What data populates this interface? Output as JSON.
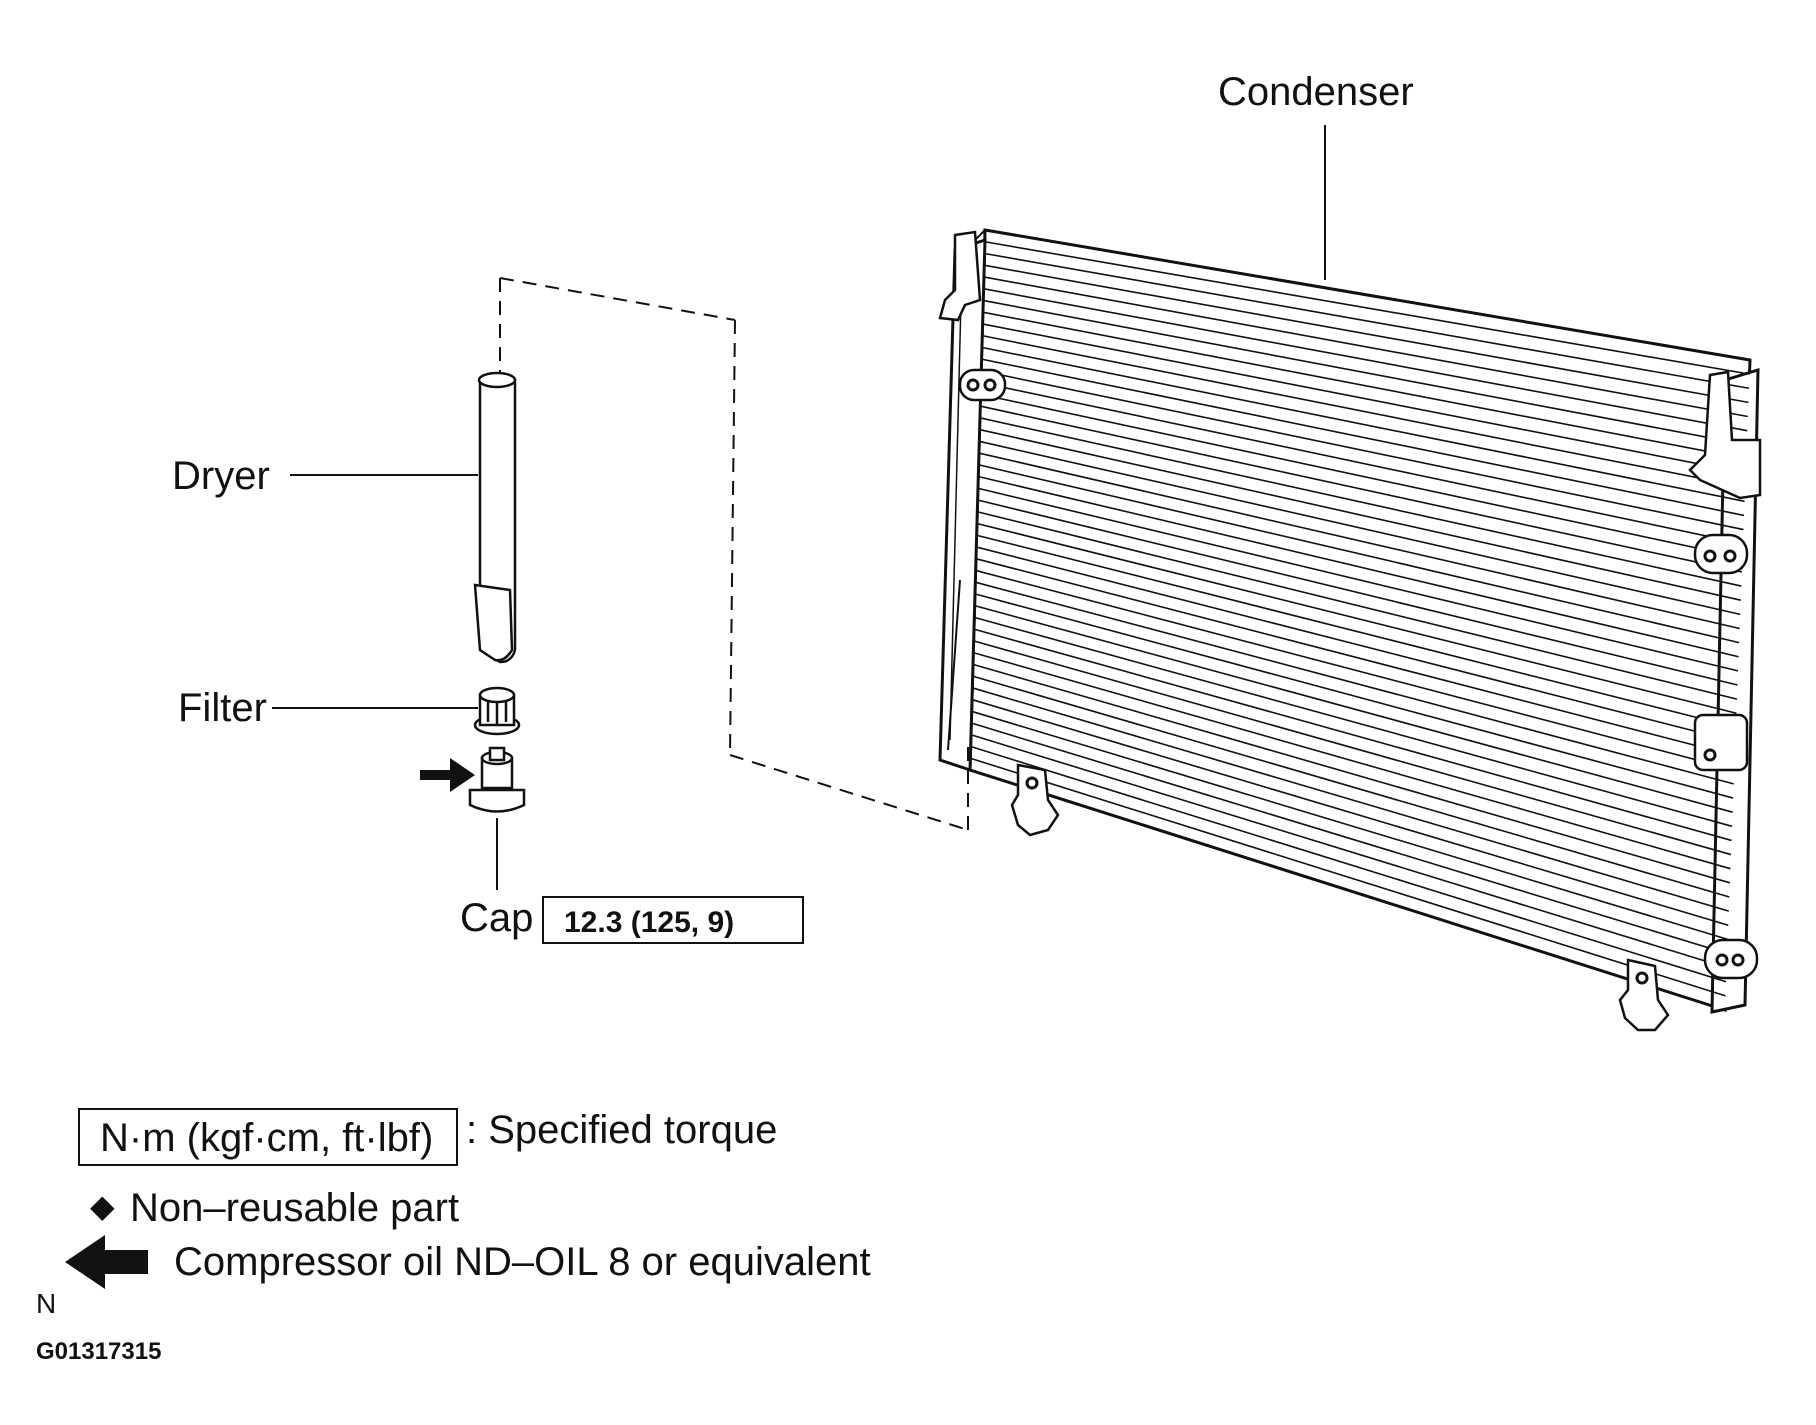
{
  "labels": {
    "condenser": "Condenser",
    "dryer": "Dryer",
    "filter": "Filter",
    "cap": "Cap",
    "cap_torque": "12.3 (125, 9)"
  },
  "legend": {
    "torque_unit": "N·m (kgf·cm, ft·lbf)",
    "torque_desc": ": Specified torque",
    "non_reusable_symbol": "◆",
    "non_reusable": "Non–reusable part",
    "oil_note": "Compressor oil ND–OIL 8 or equivalent"
  },
  "footer": {
    "north_marker": "N",
    "figure_id": "G01317315"
  },
  "icons": [
    "diamond-icon",
    "oil-arrow-icon"
  ]
}
